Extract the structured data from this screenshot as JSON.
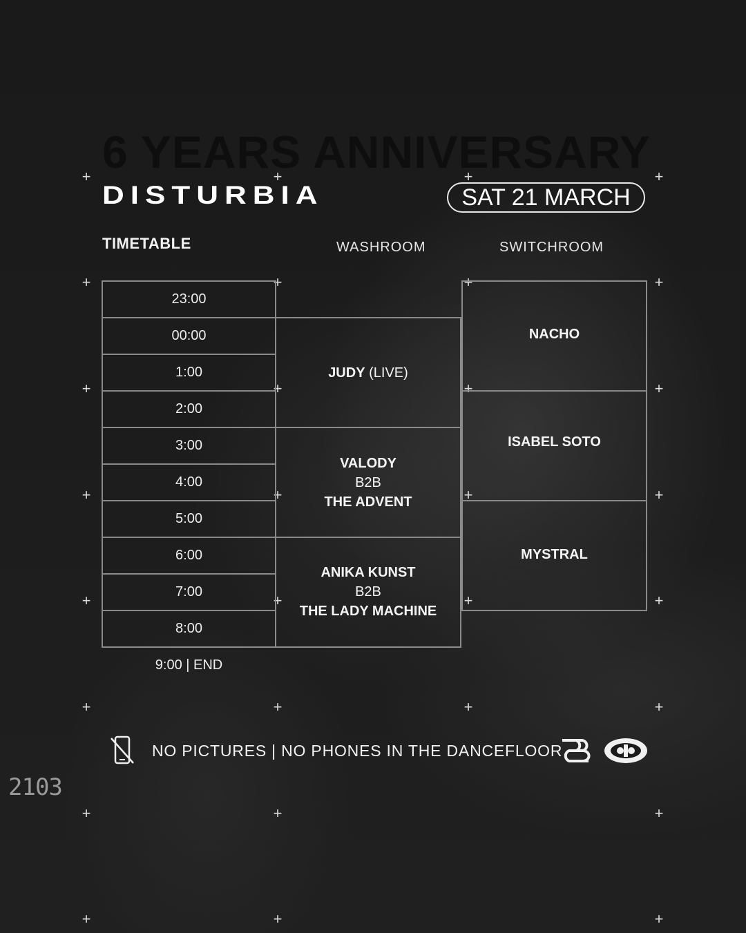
{
  "header": {
    "ghost_title": "6 YEARS ANNIVERSARY",
    "brand": "DISTURBIA",
    "date": "SAT 21 MARCH"
  },
  "timetable": {
    "label": "TIMETABLE",
    "rooms": [
      "WASHROOM",
      "SWITCHROOM"
    ],
    "times": [
      "23:00",
      "00:00",
      "1:00",
      "2:00",
      "3:00",
      "4:00",
      "5:00",
      "6:00",
      "7:00",
      "8:00"
    ],
    "end_time": "9:00 | END"
  },
  "washroom": {
    "act1": {
      "name": "JUDY",
      "note": "(LIVE)"
    },
    "act2": {
      "line1": "VALODY",
      "line2": "B2B",
      "line3": "THE ADVENT"
    },
    "act3": {
      "line1": "ANIKA KUNST",
      "line2": "B2B",
      "line3": "THE LADY MACHINE"
    }
  },
  "switchroom": {
    "act1": "NACHO",
    "act2": "ISABEL SOTO",
    "act3": "MYSTRAL"
  },
  "footer": {
    "notice": "NO PICTURES | NO PHONES IN THE DANCEFLOOR",
    "no_phone_icon": "no-phone-icon",
    "logos": [
      "disturbia-logo",
      "club-logo"
    ]
  },
  "side_code": "2103"
}
